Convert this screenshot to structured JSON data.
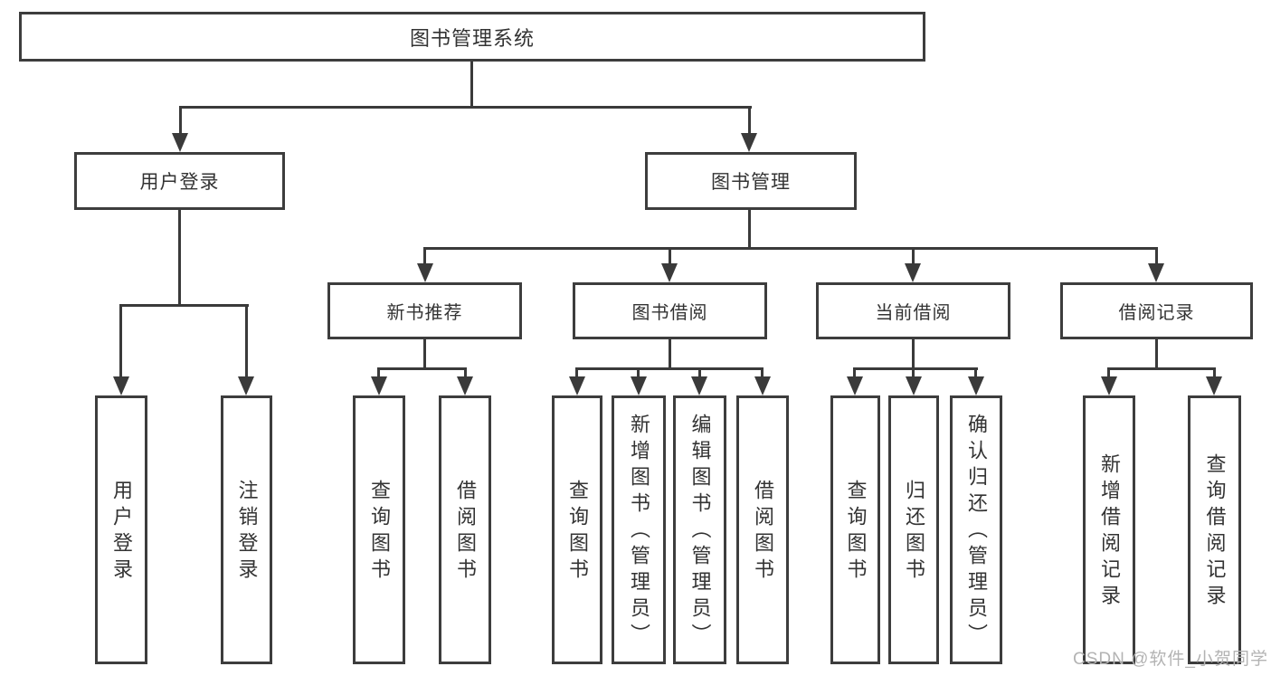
{
  "diagram_title": "图书管理系统",
  "tree": {
    "root": {
      "label": "图书管理系统"
    },
    "branches": [
      {
        "label": "用户登录",
        "children": [
          {
            "label": "用户登录"
          },
          {
            "label": "注销登录"
          }
        ]
      },
      {
        "label": "图书管理",
        "children": [
          {
            "label": "新书推荐",
            "children": [
              {
                "label": "查询图书"
              },
              {
                "label": "借阅图书"
              }
            ]
          },
          {
            "label": "图书借阅",
            "children": [
              {
                "label": "查询图书"
              },
              {
                "label": "新增图书（管理员）"
              },
              {
                "label": "编辑图书（管理员）"
              },
              {
                "label": "借阅图书"
              }
            ]
          },
          {
            "label": "当前借阅",
            "children": [
              {
                "label": "查询图书"
              },
              {
                "label": "归还图书"
              },
              {
                "label": "确认归还（管理员）"
              }
            ]
          },
          {
            "label": "借阅记录",
            "children": [
              {
                "label": "新增借阅记录"
              },
              {
                "label": "查询借阅记录"
              }
            ]
          }
        ]
      }
    ]
  },
  "watermark": "CSDN @软件_小贺同学",
  "colors": {
    "line": "#3a3a3a",
    "box_border": "#3d3d3d",
    "text": "#333333",
    "watermark": "#b3b3b3",
    "background": "#ffffff"
  }
}
